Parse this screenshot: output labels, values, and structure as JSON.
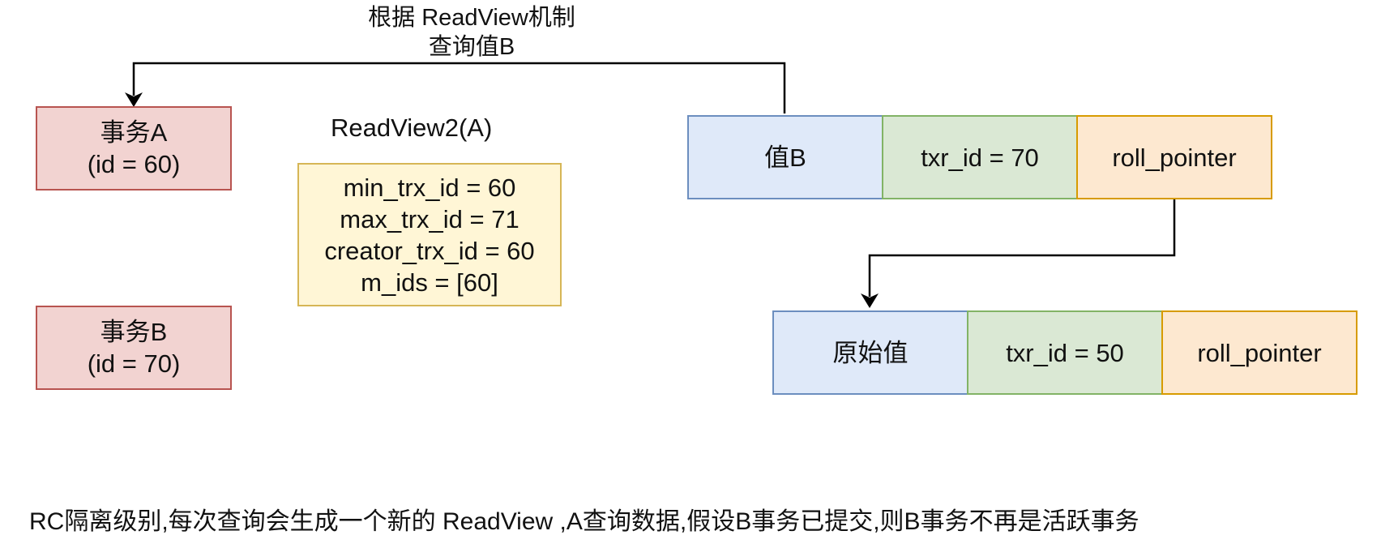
{
  "top_label": {
    "line1": "根据 ReadView机制",
    "line2": "查询值B"
  },
  "transaction_a": {
    "name": "事务A",
    "id_text": "(id = 60)"
  },
  "transaction_b": {
    "name": "事务B",
    "id_text": "(id = 70)"
  },
  "readview": {
    "title": "ReadView2(A)",
    "lines": [
      "min_trx_id = 60",
      "max_trx_id = 71",
      "creator_trx_id = 60",
      "m_ids = [60]"
    ]
  },
  "record_current": {
    "value": "值B",
    "trx_id": "txr_id = 70",
    "pointer": "roll_pointer"
  },
  "record_original": {
    "value": "原始值",
    "trx_id": "txr_id = 50",
    "pointer": "roll_pointer"
  },
  "caption": "RC隔离级别,每次查询会生成一个新的 ReadView ,A查询数据,假设B事务已提交,则B事务不再是活跃事务",
  "colors": {
    "transaction_fill": "#f2d3d1",
    "transaction_border": "#b85450",
    "readview_fill": "#fff6d6",
    "readview_border": "#d6b656",
    "value_fill": "#dfe9f9",
    "value_border": "#6c8ebf",
    "trx_fill": "#dae8d4",
    "trx_border": "#82b366",
    "pointer_fill": "#fde8d0",
    "pointer_border": "#d79b00",
    "connector": "#000000"
  }
}
